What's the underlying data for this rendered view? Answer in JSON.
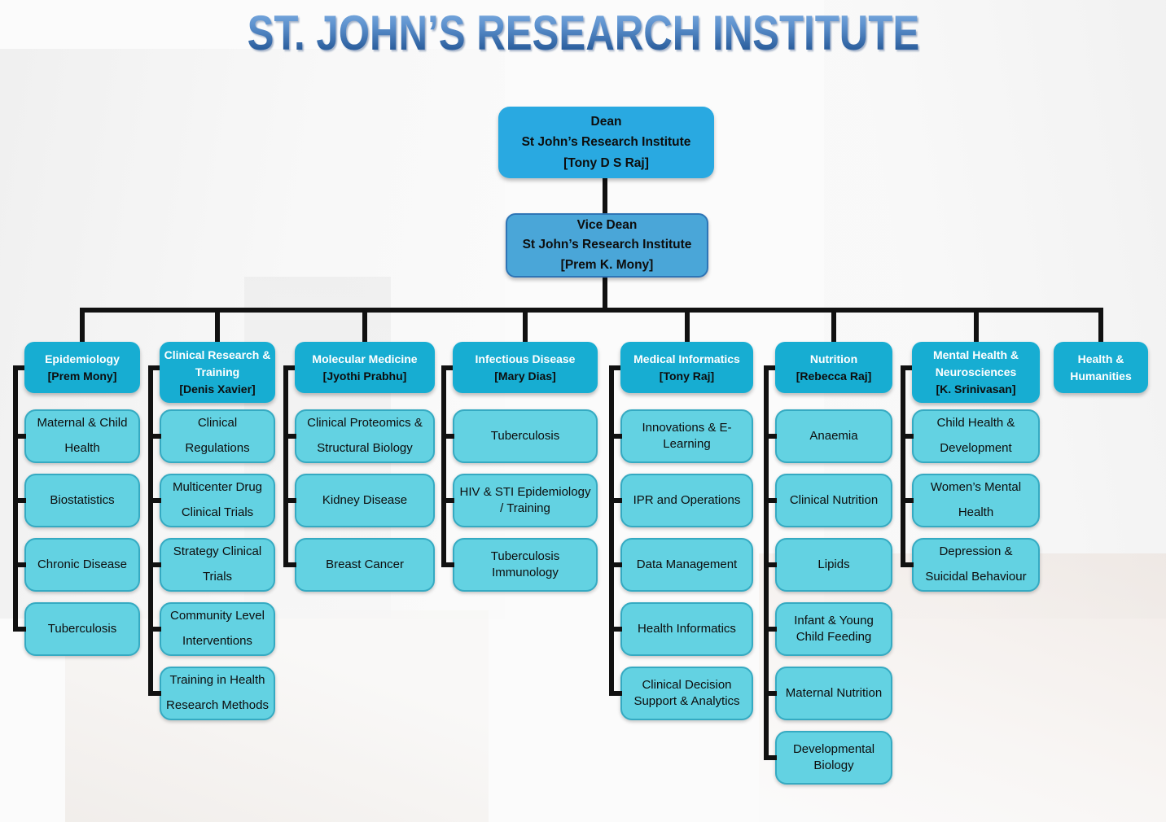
{
  "title": "ST. JOHN’S RESEARCH INSTITUTE",
  "dean": {
    "role": "Dean",
    "org": "St John’s Research Institute",
    "name": "[Tony D S Raj]"
  },
  "vice_dean": {
    "role": "Vice Dean",
    "org": "St John’s Research Institute",
    "name": "[Prem K. Mony]"
  },
  "departments": [
    {
      "label": "Epidemiology",
      "head": "[Prem Mony]",
      "items": [
        "Maternal & Child Health",
        "Biostatistics",
        "Chronic Disease",
        "Tuberculosis"
      ]
    },
    {
      "label": "Clinical Research & Training",
      "head": "[Denis Xavier]",
      "items": [
        "Clinical Regulations",
        "Multicenter Drug Clinical Trials",
        "Strategy Clinical Trials",
        "Community Level Interventions",
        "Training in Health Research Methods"
      ]
    },
    {
      "label": "Molecular Medicine",
      "head": "[Jyothi Prabhu]",
      "items": [
        "Clinical Proteomics & Structural Biology",
        "Kidney Disease",
        "Breast Cancer"
      ]
    },
    {
      "label": "Infectious Disease",
      "head": "[Mary Dias]",
      "items": [
        "Tuberculosis",
        "HIV & STI Epidemiology / Training",
        "Tuberculosis Immunology"
      ]
    },
    {
      "label": "Medical Informatics",
      "head": "[Tony Raj]",
      "items": [
        "Innovations & E-Learning",
        "IPR and Operations",
        "Data Management",
        "Health Informatics",
        "Clinical Decision Support & Analytics"
      ]
    },
    {
      "label": "Nutrition",
      "head": "[Rebecca Raj]",
      "items": [
        "Anaemia",
        "Clinical Nutrition",
        "Lipids",
        "Infant & Young Child Feeding",
        "Maternal Nutrition",
        "Developmental Biology"
      ]
    },
    {
      "label": "Mental Health & Neurosciences",
      "head": "[K. Srinivasan]",
      "items": [
        "Child Health & Development",
        "Women’s Mental Health",
        "Depression & Suicidal Behaviour"
      ]
    },
    {
      "label": "Health & Humanities",
      "head": "",
      "items": []
    }
  ],
  "colors": {
    "dean_fill": "#29a9e1",
    "vice_fill": "#4aa6d8",
    "vice_border": "#2e75b6",
    "dept_fill": "#17add2",
    "item_fill": "#63d2e2",
    "item_border": "#35aac2",
    "line": "#111111",
    "title_blue_light": "#86b4e6",
    "title_blue_dark": "#2c5f9e"
  }
}
